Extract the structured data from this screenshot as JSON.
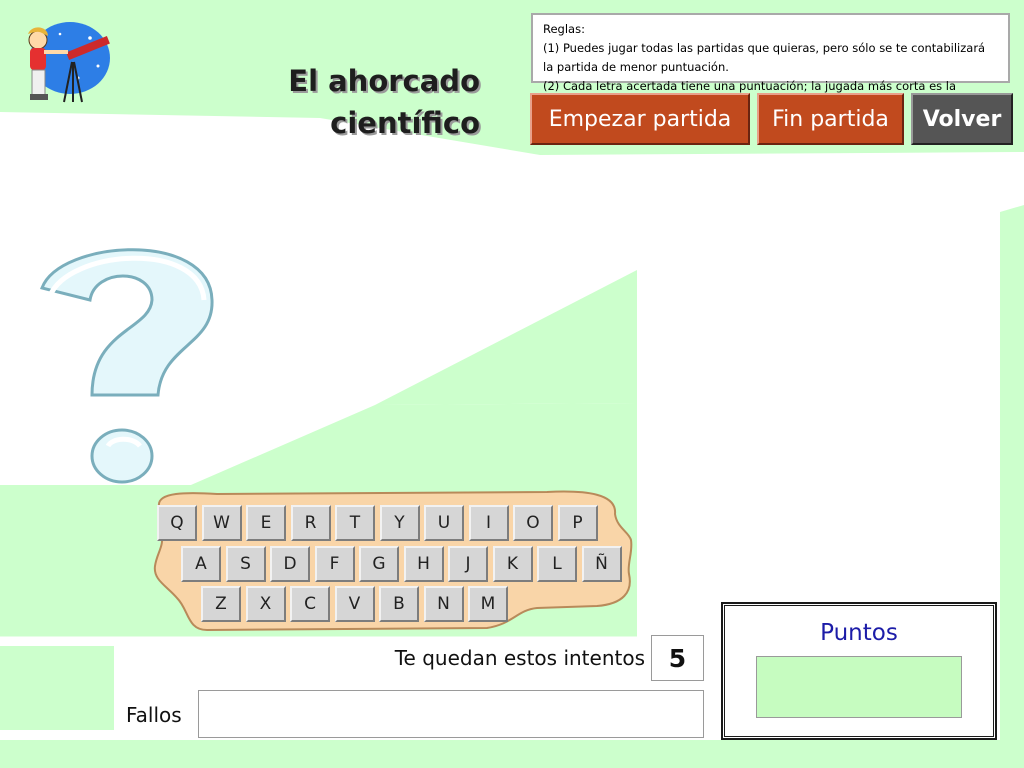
{
  "title": {
    "line1": "El ahorcado",
    "line2": "científico"
  },
  "rules": {
    "heading": "Reglas:",
    "text": "(1) Puedes jugar todas las partidas que quieras, pero sólo se te contabilizará la partida de menor puntuación.",
    "cut_line": "(2) Cada letra acertada tiene una puntuación; la jugada más corta es la"
  },
  "buttons": {
    "start": "Empezar partida",
    "end": "Fin partida",
    "back": "Volver"
  },
  "keyboard": {
    "row1": [
      "Q",
      "W",
      "E",
      "R",
      "T",
      "Y",
      "U",
      "I",
      "O",
      "P"
    ],
    "row2": [
      "A",
      "S",
      "D",
      "F",
      "G",
      "H",
      "J",
      "K",
      "L",
      "Ñ"
    ],
    "row3": [
      "Z",
      "X",
      "C",
      "V",
      "B",
      "N",
      "M"
    ]
  },
  "attempts": {
    "label": "Te quedan estos intentos",
    "value": "5"
  },
  "failures": {
    "label": "Fallos",
    "value": ""
  },
  "score": {
    "label": "Puntos",
    "value": ""
  },
  "colors": {
    "green": "#ccffcc",
    "orange_button": "#c14a1e",
    "grey_button": "#555555",
    "points_label": "#1c1ca8",
    "keyboard_bg": "#f9d5a8"
  }
}
